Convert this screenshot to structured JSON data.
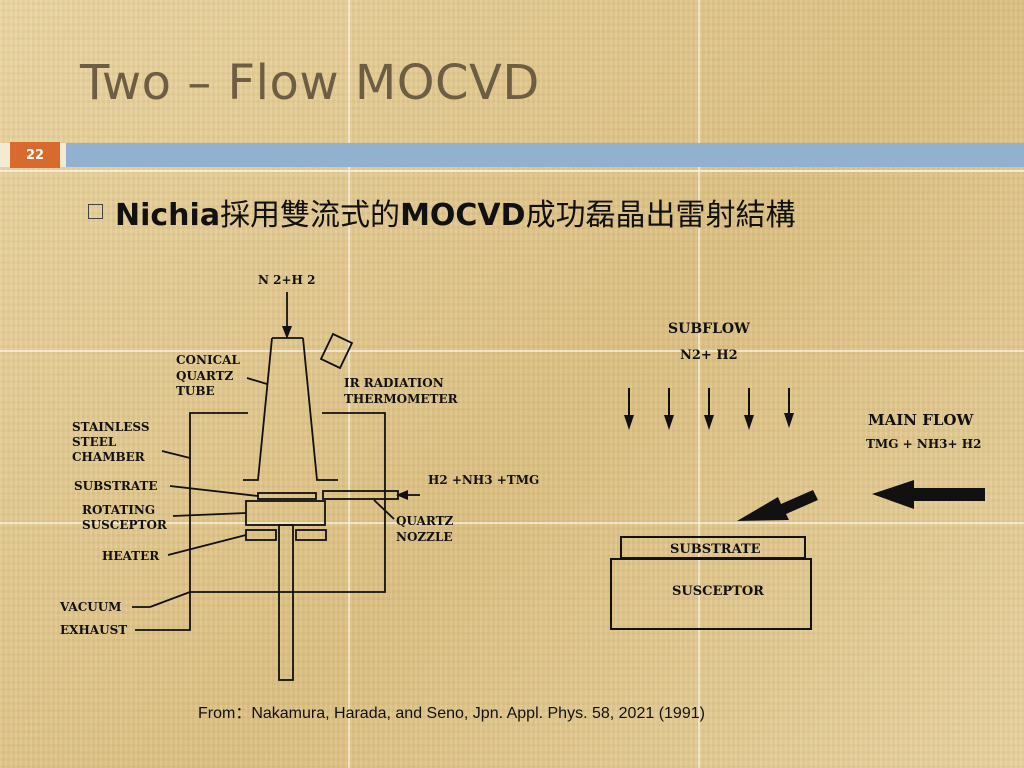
{
  "slide": {
    "title": "Two – Flow   MOCVD",
    "page_number": "22",
    "bullet": {
      "prefix": "Nichia",
      "middle": "採用雙流式的",
      "bold": "MOCVD",
      "suffix": "成功磊晶出雷射結構"
    },
    "citation": "From：Nakamura, Harada, and Seno, Jpn. Appl. Phys. 58, 2021 (1991)"
  },
  "left_diagram": {
    "labels": {
      "gas_top": "N 2+H 2",
      "conical_1": "CONICAL",
      "conical_2": "QUARTZ",
      "conical_3": "TUBE",
      "ir_1": "IR RADIATION",
      "ir_2": "THERMOMETER",
      "chamber_1": "STAINLESS",
      "chamber_2": "STEEL",
      "chamber_3": "CHAMBER",
      "substrate": "SUBSTRATE",
      "gas_side": "H2 +NH3 +TMG",
      "rotating_1": "ROTATING",
      "rotating_2": "SUSCEPTOR",
      "nozzle_1": "QUARTZ",
      "nozzle_2": "NOZZLE",
      "heater": "HEATER",
      "vacuum": "VACUUM",
      "exhaust": "EXHAUST"
    }
  },
  "right_diagram": {
    "labels": {
      "subflow": "SUBFLOW",
      "subflow_gas": "N2+ H2",
      "main_flow": "MAIN FLOW",
      "main_flow_gas": "TMG + NH3+ H2",
      "substrate": "SUBSTRATE",
      "susceptor": "SUSCEPTOR"
    }
  },
  "colors": {
    "title": "#6e5d45",
    "band": "#92b1cf",
    "page_badge": "#d96a2e"
  }
}
